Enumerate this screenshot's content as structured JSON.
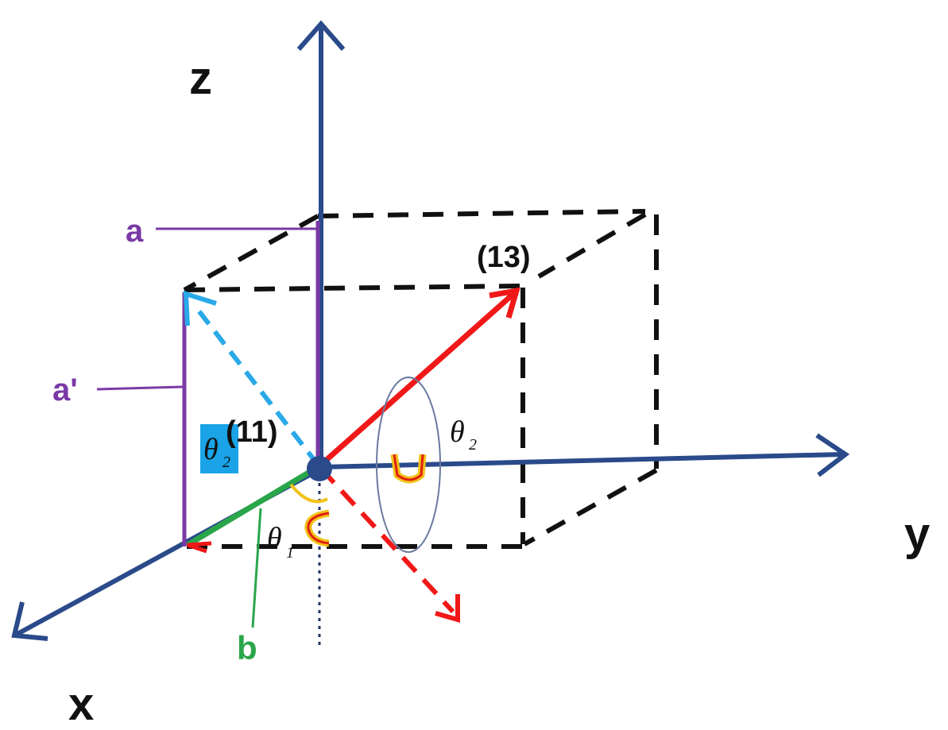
{
  "axes": {
    "z_label": "z",
    "y_label": "y",
    "x_label": "x"
  },
  "labels": {
    "plane_13": "(13)",
    "plane_11": "(11)",
    "a": "a",
    "a_prime": "a'",
    "b": "b",
    "theta": "θ",
    "theta1_sub": "1",
    "theta2_sub": "2"
  },
  "colors": {
    "axis": "#2a4a8a",
    "red_vector": "#f01818",
    "cyan_vector": "#29a9e8",
    "purple": "#7a3aa6",
    "green": "#2aa64a",
    "box": "#111111",
    "highlight_box": "#1aa3e6",
    "yellow_arc": "#f2c21a",
    "ring": "#6a7aa0",
    "dotted": "#223366"
  },
  "icons": {
    "rotation_symbol": "u-arrow-icon",
    "origin": "origin-dot-icon"
  }
}
